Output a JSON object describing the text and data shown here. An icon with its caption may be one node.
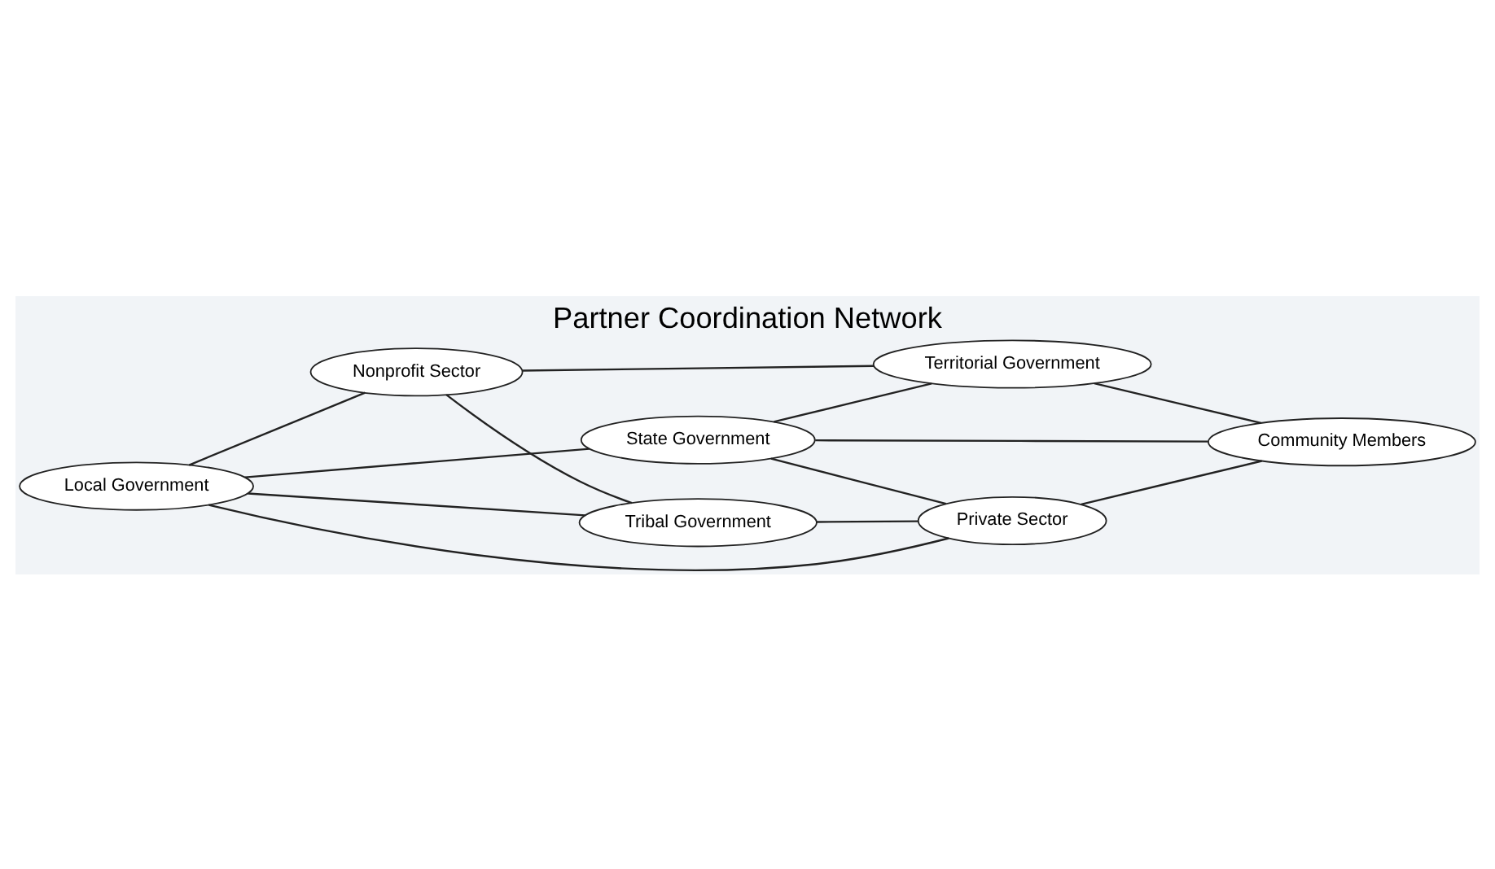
{
  "diagram": {
    "title": "Partner Coordination Network",
    "nodes": [
      {
        "text": [
          "Local Government"
        ]
      },
      {
        "text": [
          "Nonprofit Sector"
        ]
      },
      {
        "text": [
          "Territorial Government"
        ]
      },
      {
        "text": [
          "State Government"
        ]
      },
      {
        "text": [
          "Tribal Government"
        ]
      },
      {
        "text": [
          "Private Sector"
        ]
      },
      {
        "text": [
          "Community Members"
        ]
      }
    ],
    "edges": [
      {
        "from": 0,
        "to": 1,
        "arrow": "none"
      },
      {
        "from": 1,
        "to": 2,
        "arrow": "none"
      },
      {
        "from": 0,
        "to": 3,
        "arrow": "none"
      },
      {
        "from": 0,
        "to": 5,
        "arrow": "none"
      },
      {
        "from": 0,
        "to": 4,
        "arrow": "none"
      },
      {
        "from": 1,
        "to": 4,
        "arrow": "none"
      },
      {
        "from": 3,
        "to": 2,
        "arrow": "none"
      },
      {
        "from": 3,
        "to": 5,
        "arrow": "none"
      },
      {
        "from": 3,
        "to": 6,
        "arrow": "none"
      },
      {
        "from": 2,
        "to": 6,
        "arrow": "none"
      },
      {
        "from": 4,
        "to": 5,
        "arrow": "none"
      },
      {
        "from": 5,
        "to": 6,
        "arrow": "none"
      }
    ]
  }
}
